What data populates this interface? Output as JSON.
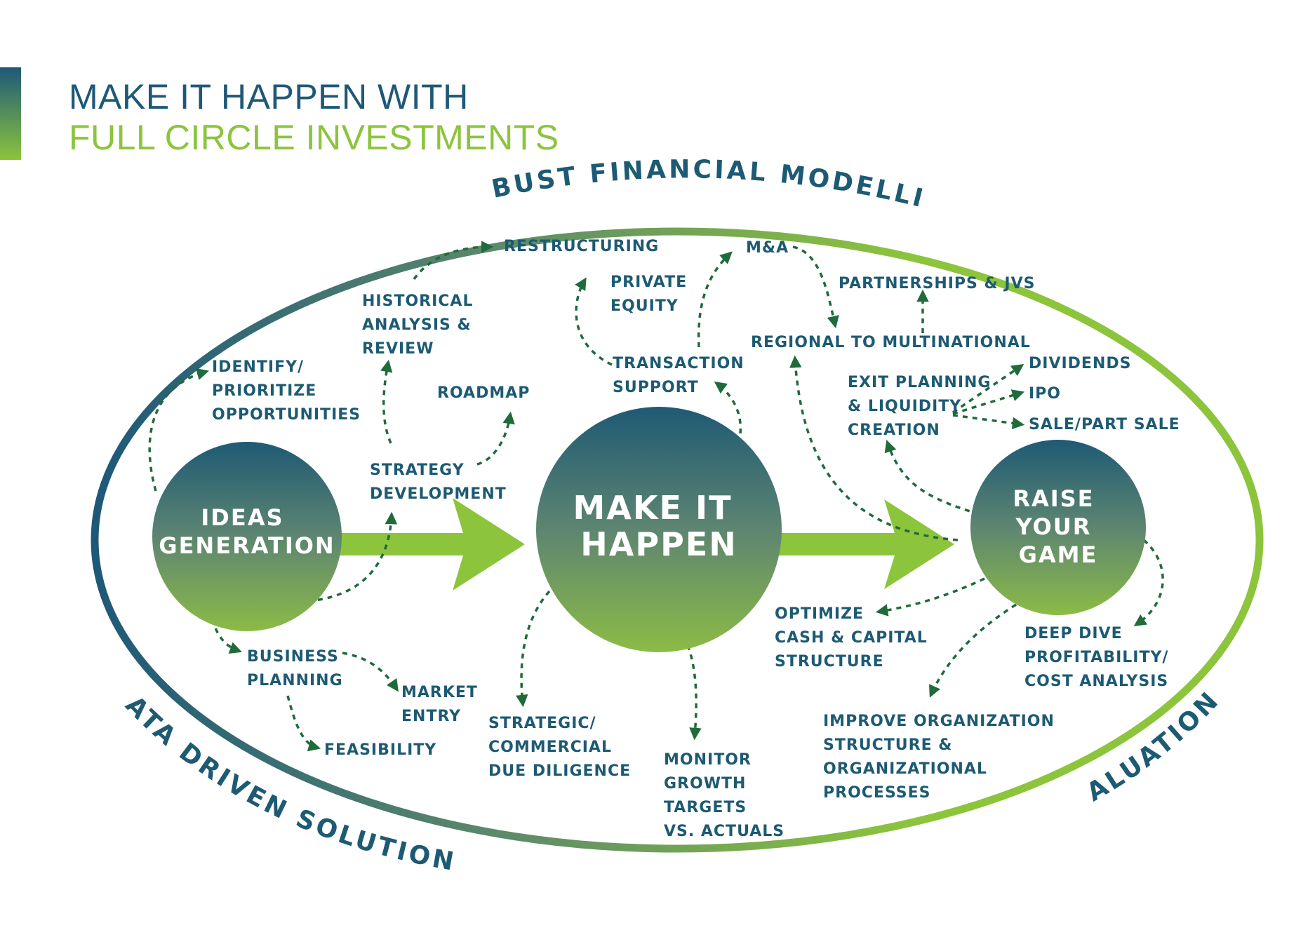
{
  "header": {
    "line1": "MAKE IT HAPPEN WITH",
    "line2": "FULL CIRCLE INVESTMENTS"
  },
  "colors": {
    "navy": "#1e5878",
    "green": "#8cc43c",
    "text": "#1d5a73",
    "dashed_arrow": "#1f6b3a"
  },
  "ring_labels": {
    "top": "ROBUST FINANCIAL MODELLING",
    "bottom_left": "DATA DRIVEN SOLUTIONS",
    "bottom_right": "VALUATION"
  },
  "circles": {
    "ideas": [
      "IDEAS",
      "GENERATION"
    ],
    "make": [
      "MAKE IT",
      "HAPPEN"
    ],
    "raise": [
      "RAISE",
      "YOUR",
      "GAME"
    ]
  },
  "labels": {
    "restructuring": [
      "RESTRUCTURING"
    ],
    "historical": [
      "HISTORICAL",
      "ANALYSIS &",
      "REVIEW"
    ],
    "identify": [
      "IDENTIFY/",
      "PRIORITIZE",
      "OPPORTUNITIES"
    ],
    "roadmap": [
      "ROADMAP"
    ],
    "strategy": [
      "STRATEGY",
      "DEVELOPMENT"
    ],
    "private_equity": [
      "PRIVATE",
      "EQUITY"
    ],
    "transaction": [
      "TRANSACTION",
      "SUPPORT"
    ],
    "ma": [
      "M&A"
    ],
    "partnerships": [
      "PARTNERSHIPS & JVS"
    ],
    "regional": [
      "REGIONAL TO MULTINATIONAL"
    ],
    "exit": [
      "EXIT PLANNING",
      "& LIQUIDITY",
      "CREATION"
    ],
    "dividends": [
      "DIVIDENDS"
    ],
    "ipo": [
      "IPO"
    ],
    "sale": [
      "SALE/PART SALE"
    ],
    "business_planning": [
      "BUSINESS",
      "PLANNING"
    ],
    "market_entry": [
      "MARKET",
      "ENTRY"
    ],
    "feasibility": [
      "FEASIBILITY"
    ],
    "strategic_dd": [
      "STRATEGIC/",
      "COMMERCIAL",
      "DUE DILIGENCE"
    ],
    "monitor": [
      "MONITOR",
      "GROWTH",
      "TARGETS",
      "VS. ACTUALS"
    ],
    "optimize": [
      "OPTIMIZE",
      "CASH & CAPITAL",
      "STRUCTURE"
    ],
    "deep_dive": [
      "DEEP DIVE",
      "PROFITABILITY/",
      "COST ANALYSIS"
    ],
    "improve": [
      "IMPROVE ORGANIZATION",
      "STRUCTURE &",
      "ORGANIZATIONAL",
      "PROCESSES"
    ]
  }
}
